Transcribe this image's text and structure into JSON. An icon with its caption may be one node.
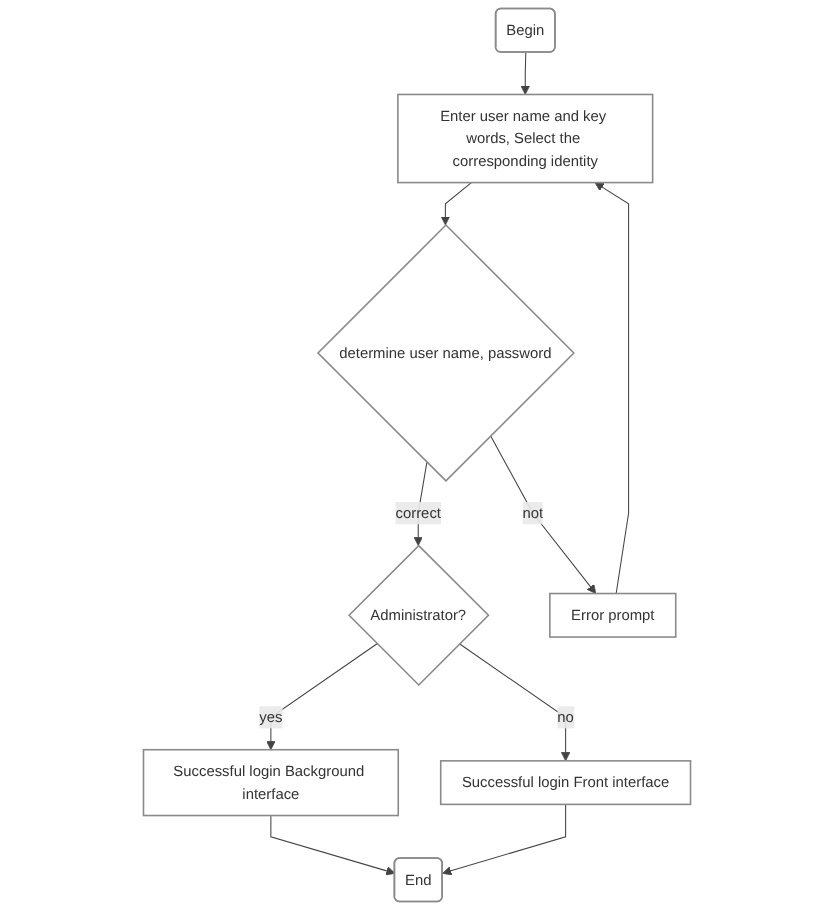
{
  "diagram": {
    "nodes": [
      {
        "text": [
          "Begin"
        ]
      },
      {
        "text": [
          "Enter user name and key words, Select the corresponding identity"
        ]
      },
      {
        "text": [
          "determine user name, password"
        ]
      },
      {
        "text": [
          "Error prompt"
        ]
      },
      {
        "text": [
          "Administrator?"
        ]
      },
      {
        "text": [
          "Successful login Background interface"
        ]
      },
      {
        "text": [
          "Successful login Front interface"
        ]
      },
      {
        "text": [
          "End"
        ]
      }
    ],
    "edges": [
      {
        "from": 0,
        "to": 1,
        "arrow": "to"
      },
      {
        "from": 1,
        "to": 2,
        "arrow": "to"
      },
      {
        "from": 2,
        "to": 3,
        "arrow": "to",
        "label": "not"
      },
      {
        "from": 3,
        "to": 1,
        "arrow": "to"
      },
      {
        "from": 2,
        "to": 4,
        "arrow": "to",
        "label": "correct"
      },
      {
        "from": 4,
        "to": 5,
        "arrow": "to",
        "label": "yes"
      },
      {
        "from": 4,
        "to": 6,
        "arrow": "to",
        "label": "no"
      },
      {
        "from": 5,
        "to": 7,
        "arrow": "to"
      },
      {
        "from": 6,
        "to": 7,
        "arrow": "to"
      }
    ]
  }
}
